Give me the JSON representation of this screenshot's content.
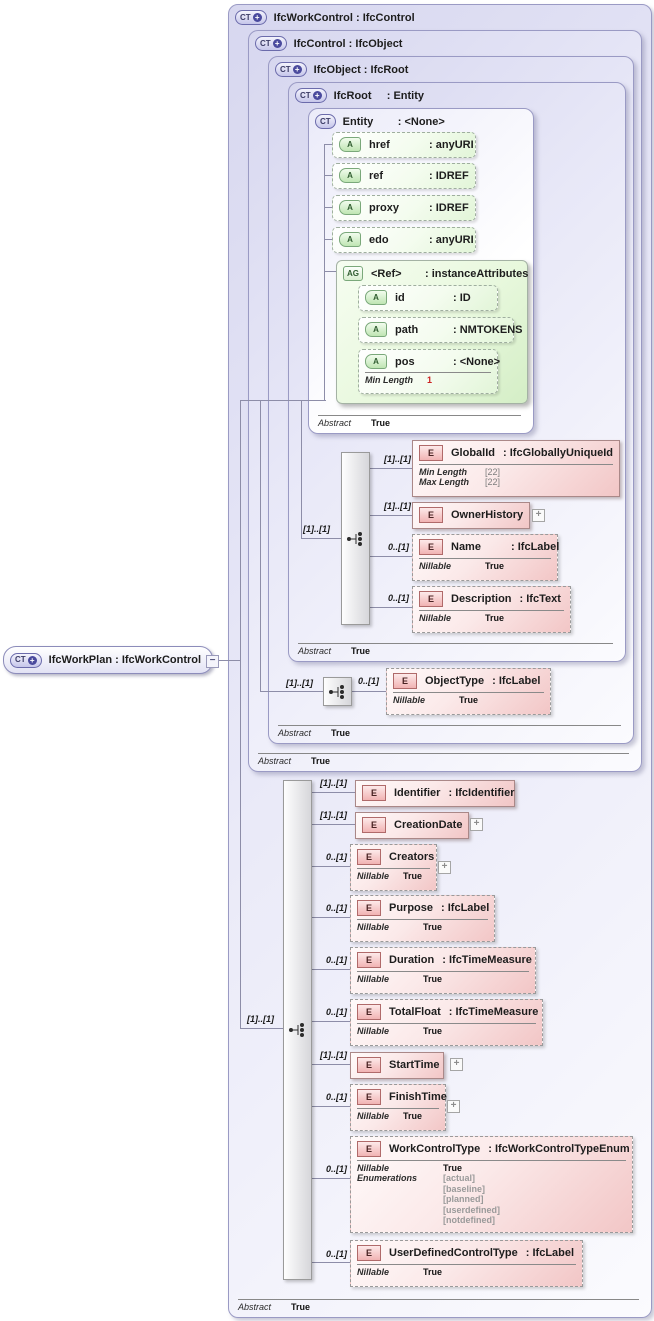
{
  "badges": {
    "ct": "CT",
    "e": "E",
    "a": "A",
    "ag": "AG",
    "plus": "+",
    "minus": "−"
  },
  "root_element": {
    "name": "IfcWorkPlan",
    "type": "IfcWorkControl"
  },
  "boxes": {
    "workcontrol": {
      "name": "IfcWorkControl",
      "type": "IfcControl",
      "abstract_label": "Abstract",
      "abstract_value": "True"
    },
    "control": {
      "name": "IfcControl",
      "type": "IfcObject",
      "abstract_label": "Abstract",
      "abstract_value": "True"
    },
    "object": {
      "name": "IfcObject",
      "type": "IfcRoot",
      "abstract_label": "Abstract",
      "abstract_value": "True"
    },
    "ifcroot": {
      "name": "IfcRoot",
      "type": "Entity",
      "abstract_label": "Abstract",
      "abstract_value": "True"
    },
    "entity": {
      "name": "Entity",
      "type": "<None>",
      "abstract_label": "Abstract",
      "abstract_value": "True"
    }
  },
  "entity_attributes": [
    {
      "name": "href",
      "type": "anyURI"
    },
    {
      "name": "ref",
      "type": "IDREF"
    },
    {
      "name": "proxy",
      "type": "IDREF"
    },
    {
      "name": "edo",
      "type": "anyURI"
    }
  ],
  "ref_group": {
    "name": "<Ref>",
    "type": "instanceAttributes",
    "attributes": [
      {
        "name": "id",
        "type": "ID"
      },
      {
        "name": "path",
        "type": "NMTOKENS"
      },
      {
        "name": "pos",
        "type": "<None>",
        "f1_label": "Min Length",
        "f1_value": "1"
      }
    ]
  },
  "sequences": {
    "root_card": "[1]..[1]",
    "object_card": "[1]..[1]",
    "workcontrol_card": "[1]..[1]"
  },
  "root_elements": [
    {
      "card": "[1]..[1]",
      "name": "GlobalId",
      "type": "IfcGloballyUniqueId",
      "f1_label": "Min Length",
      "f1_value": "[22]",
      "f2_label": "Max Length",
      "f2_value": "[22]"
    },
    {
      "card": "[1]..[1]",
      "name": "OwnerHistory",
      "type": ""
    },
    {
      "card": "0..[1]",
      "name": "Name",
      "type": "IfcLabel",
      "f1_label": "Nillable",
      "f1_value": "True"
    },
    {
      "card": "0..[1]",
      "name": "Description",
      "type": "IfcText",
      "f1_label": "Nillable",
      "f1_value": "True"
    }
  ],
  "object_elements": [
    {
      "card": "0..[1]",
      "name": "ObjectType",
      "type": "IfcLabel",
      "f1_label": "Nillable",
      "f1_value": "True"
    }
  ],
  "wc_elements": [
    {
      "card": "[1]..[1]",
      "name": "Identifier",
      "type": "IfcIdentifier"
    },
    {
      "card": "[1]..[1]",
      "name": "CreationDate",
      "type": ""
    },
    {
      "card": "0..[1]",
      "name": "Creators",
      "type": "",
      "f1_label": "Nillable",
      "f1_value": "True"
    },
    {
      "card": "0..[1]",
      "name": "Purpose",
      "type": "IfcLabel",
      "f1_label": "Nillable",
      "f1_value": "True"
    },
    {
      "card": "0..[1]",
      "name": "Duration",
      "type": "IfcTimeMeasure",
      "f1_label": "Nillable",
      "f1_value": "True"
    },
    {
      "card": "0..[1]",
      "name": "TotalFloat",
      "type": "IfcTimeMeasure",
      "f1_label": "Nillable",
      "f1_value": "True"
    },
    {
      "card": "[1]..[1]",
      "name": "StartTime",
      "type": ""
    },
    {
      "card": "0..[1]",
      "name": "FinishTime",
      "type": "",
      "f1_label": "Nillable",
      "f1_value": "True"
    },
    {
      "card": "0..[1]",
      "name": "WorkControlType",
      "type": "IfcWorkControlTypeEnum",
      "f1_label": "Nillable",
      "f1_value": "True",
      "f2_label": "Enumerations",
      "enums": [
        "[actual]",
        "[baseline]",
        "[planned]",
        "[userdefined]",
        "[notdefined]"
      ]
    },
    {
      "card": "0..[1]",
      "name": "UserDefinedControlType",
      "type": "IfcLabel",
      "f1_label": "Nillable",
      "f1_value": "True"
    }
  ]
}
